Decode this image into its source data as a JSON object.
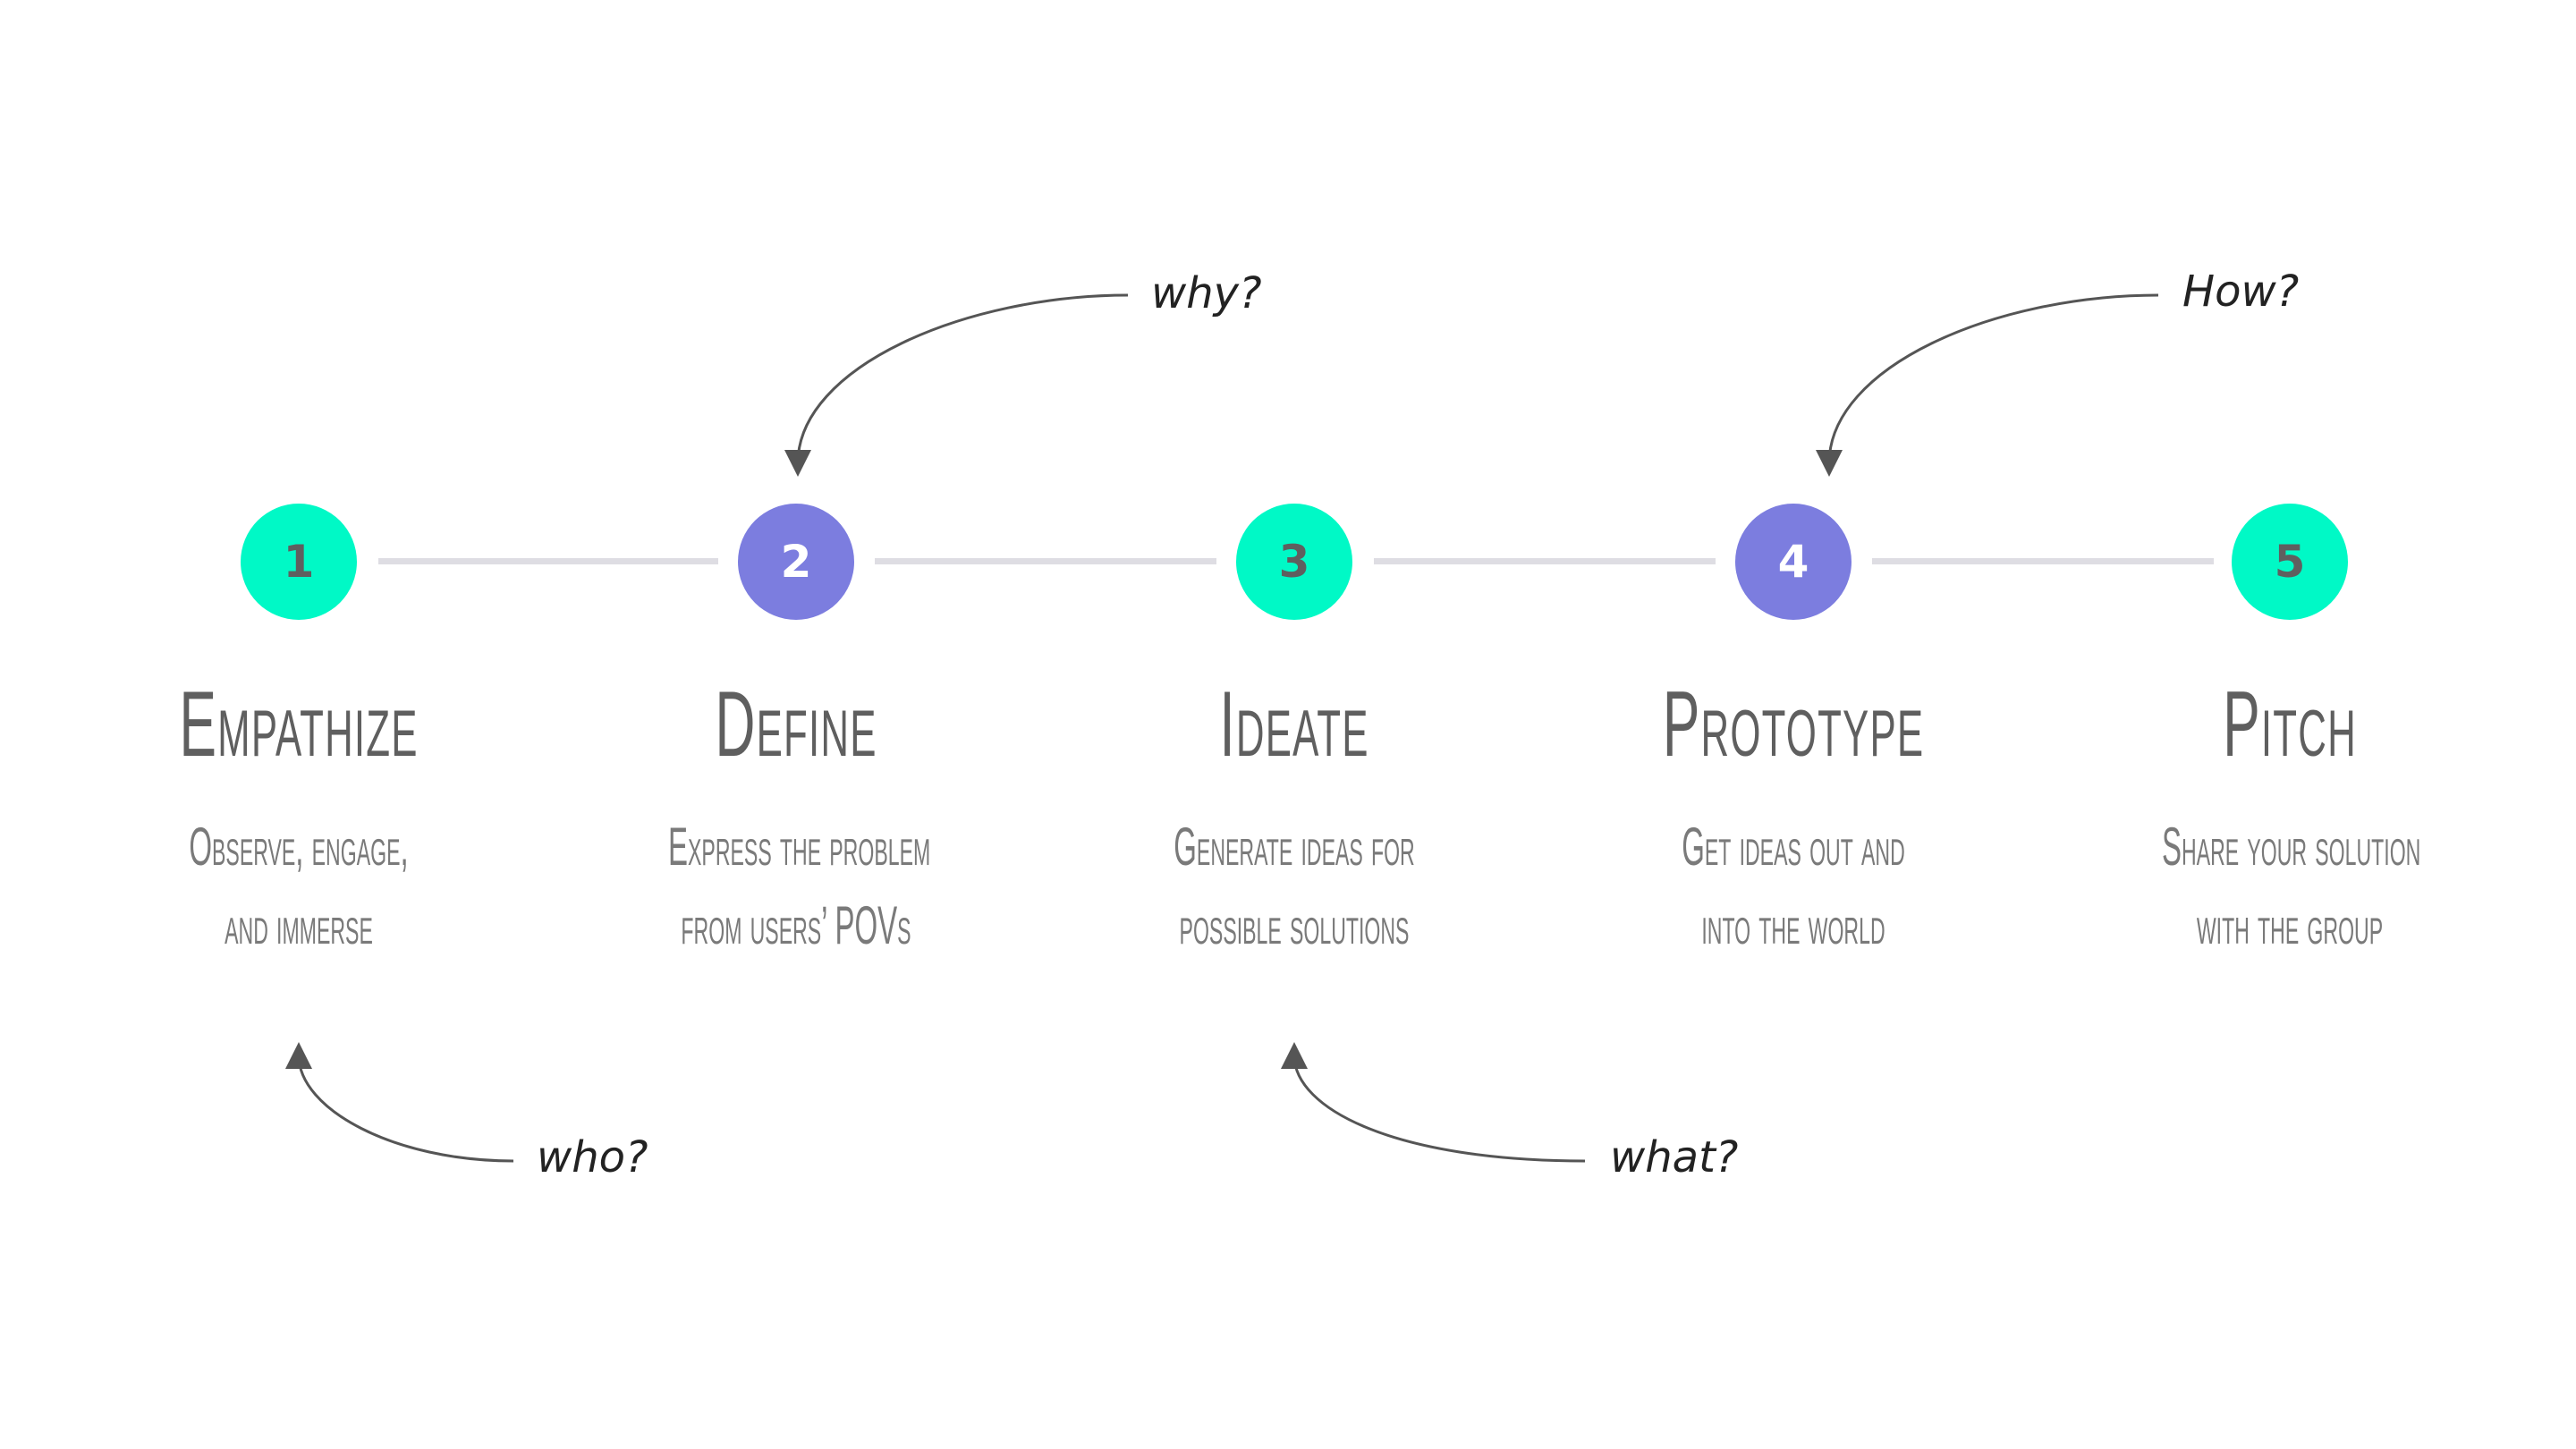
{
  "colors": {
    "teal": "#00f9c6",
    "purple": "#7c7ddf",
    "connector": "#dedde3",
    "text": "#5f5f5f"
  },
  "stages": [
    {
      "number": "1",
      "title": "Empathize",
      "desc_line1": "Observe, engage,",
      "desc_line2": "and immerse"
    },
    {
      "number": "2",
      "title": "Define",
      "desc_line1": "Express the problem",
      "desc_line2": "from users’ POVs"
    },
    {
      "number": "3",
      "title": "Ideate",
      "desc_line1": "Generate ideas for",
      "desc_line2": "possible solutions"
    },
    {
      "number": "4",
      "title": "Prototype",
      "desc_line1": "Get ideas out and",
      "desc_line2": "into the world"
    },
    {
      "number": "5",
      "title": "Pitch",
      "desc_line1": "Share your solution",
      "desc_line2": "with the group"
    }
  ],
  "annotations": {
    "why": "why?",
    "how": "How?",
    "who": "who?",
    "what": "what?"
  }
}
